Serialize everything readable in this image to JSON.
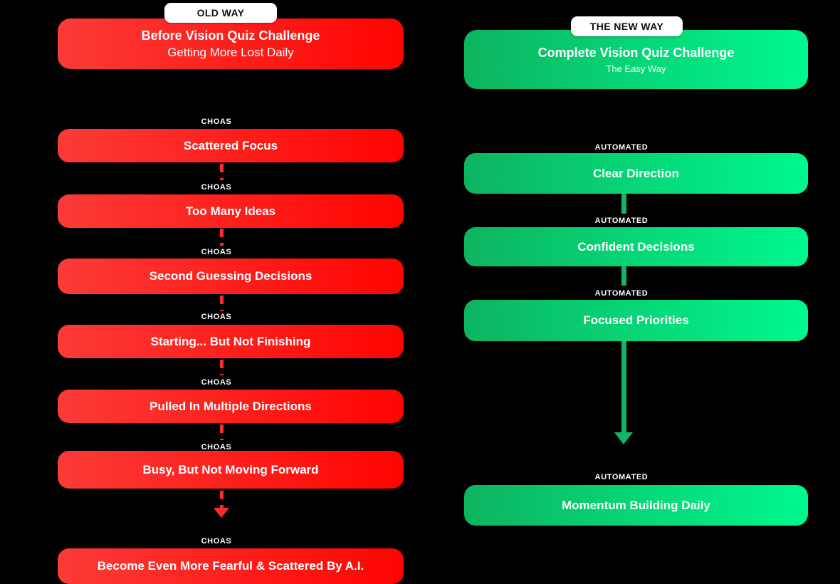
{
  "diagram_title": "Old Way vs The New Way comparison flowchart",
  "left": {
    "badge": "OLD WAY",
    "header": {
      "title": "Before Vision Quiz Challenge",
      "subtitle": "Getting More Lost Daily"
    },
    "items": [
      {
        "tag": "CHOAS",
        "label": "Scattered Focus"
      },
      {
        "tag": "CHOAS",
        "label": "Too Many Ideas"
      },
      {
        "tag": "CHOAS",
        "label": "Second Guessing Decisions"
      },
      {
        "tag": "CHOAS",
        "label": "Starting... But Not Finishing"
      },
      {
        "tag": "CHOAS",
        "label": "Pulled In Multiple Directions"
      },
      {
        "tag": "CHOAS",
        "label": "Busy, But Not Moving Forward"
      },
      {
        "tag": "CHOAS",
        "label": "Become Even More Fearful & Scattered By A.I."
      }
    ],
    "colors": {
      "box_gradient_start": "#fb3b38",
      "box_gradient_end": "#fe0401",
      "arrow": "#fb2b33"
    }
  },
  "right": {
    "badge": "THE NEW WAY",
    "header": {
      "title": "Complete Vision Quiz Challenge",
      "subtitle": "The Easy Way"
    },
    "items": [
      {
        "tag": "AUTOMATED",
        "label": "Clear Direction"
      },
      {
        "tag": "AUTOMATED",
        "label": "Confident Decisions"
      },
      {
        "tag": "AUTOMATED",
        "label": "Focused Priorities"
      },
      {
        "tag": "AUTOMATED",
        "label": "Momentum Building Daily"
      }
    ],
    "colors": {
      "box_gradient_start": "#0db45e",
      "box_gradient_end": "#00f88e",
      "arrow": "#15b566"
    }
  },
  "background_color": "#000000",
  "badge_text_color": "#111111",
  "box_text_color": "#ffffff"
}
